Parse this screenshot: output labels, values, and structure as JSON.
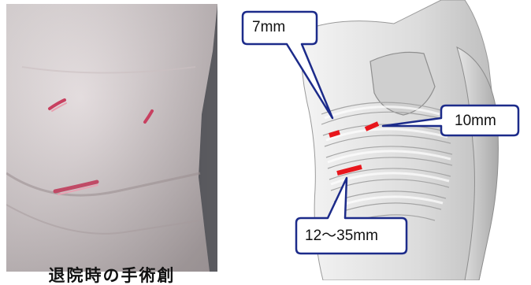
{
  "labels": {
    "top_incision": "7mm",
    "right_incision": "10mm",
    "bottom_incision": "12～35mm"
  },
  "caption": "退院時の手術創",
  "colors": {
    "incision_mark": "#e8161c",
    "callout_border": "#1c2b8a",
    "scar": "#c84060"
  }
}
